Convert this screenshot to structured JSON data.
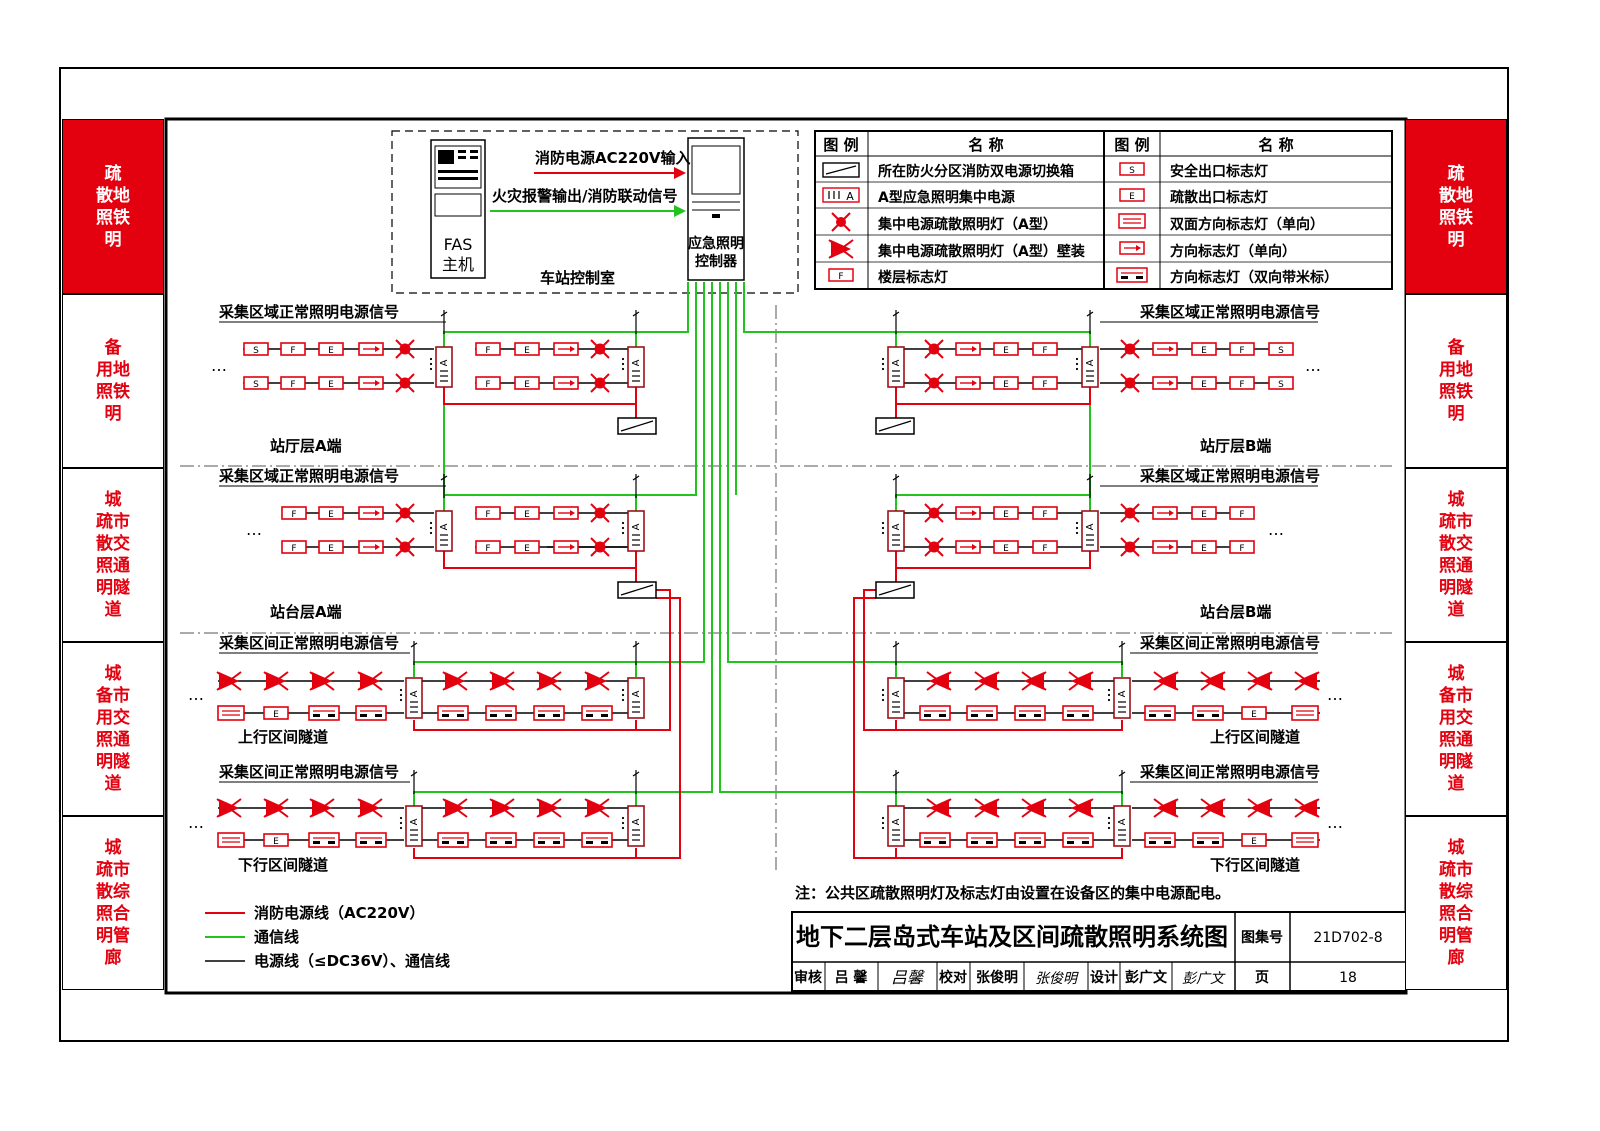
{
  "sidebar": {
    "items": [
      {
        "lines": [
          "疏",
          "散地",
          "照铁",
          "明"
        ],
        "active": true
      },
      {
        "lines": [
          "备",
          "用地",
          "照铁",
          "明"
        ],
        "active": false
      },
      {
        "lines": [
          "城",
          "疏市",
          "散交",
          "照通",
          "明隧",
          "道"
        ],
        "active": false
      },
      {
        "lines": [
          "城",
          "备市",
          "用交",
          "照通",
          "明隧",
          "道"
        ],
        "active": false
      },
      {
        "lines": [
          "城",
          "疏市",
          "散综",
          "照合",
          "明管",
          "廊"
        ],
        "active": false
      }
    ]
  },
  "top": {
    "fas_line1": "FAS",
    "fas_line2": "主机",
    "controller_line1": "应急照明",
    "controller_line2": "控制器",
    "room_label": "车站控制室",
    "arrow_power": "消防电源AC220V输入",
    "arrow_signal": "火灾报警输出/消防联动信号"
  },
  "legend": {
    "header_symbol": "图 例",
    "header_name": "名 称",
    "left": [
      {
        "icon": "switch-box",
        "name": "所在防火分区消防双电源切换箱"
      },
      {
        "icon": "a-type-source",
        "name": "A型应急照明集中电源"
      },
      {
        "icon": "evac-lamp",
        "name": "集中电源疏散照明灯（A型）"
      },
      {
        "icon": "evac-lamp-wall",
        "name": "集中电源疏散照明灯（A型）壁装"
      },
      {
        "icon": "floor-sign",
        "name": "楼层标志灯"
      }
    ],
    "right": [
      {
        "icon": "safe-exit-sign",
        "name": "安全出口标志灯"
      },
      {
        "icon": "evac-exit-sign",
        "name": "疏散出口标志灯"
      },
      {
        "icon": "double-direction-sign",
        "name": "双面方向标志灯（单向）"
      },
      {
        "icon": "direction-sign",
        "name": "方向标志灯（单向）"
      },
      {
        "icon": "direction-meter-sign",
        "name": "方向标志灯（双向带米标）"
      }
    ]
  },
  "labels": {
    "signal_region": "采集区域正常照明电源信号",
    "signal_interval": "采集区间正常照明电源信号",
    "hall_a": "站厅层A端",
    "hall_b": "站厅层B端",
    "platform_a": "站台层A端",
    "platform_b": "站台层B端",
    "up_tunnel": "上行区间隧道",
    "down_tunnel": "下行区间隧道",
    "ellipsis": "…",
    "sign_s": "S",
    "sign_f": "F",
    "sign_e": "E",
    "source_a": "A"
  },
  "note": "注：公共区疏散照明灯及标志灯由设置在设备区的集中电源配电。",
  "line_legend": [
    {
      "color": "#e3000f",
      "label": "消防电源线（AC220V）"
    },
    {
      "color": "#23c21f",
      "label": "通信线"
    },
    {
      "color": "#000000",
      "label": "电源线（≤DC36V）、通信线"
    }
  ],
  "title_block": {
    "title": "地下二层岛式车站及区间疏散照明系统图",
    "atlas_label": "图集号",
    "atlas_no": "21D702-8",
    "review_label": "审核",
    "review_name": "吕 馨",
    "review_sign": "吕馨",
    "check_label": "校对",
    "check_name": "张俊明",
    "check_sign": "张俊明",
    "design_label": "设计",
    "design_name": "彭广文",
    "design_sign": "彭广文",
    "page_label": "页",
    "page_no": "18"
  },
  "colors": {
    "red": "#e3000f",
    "green": "#23c21f",
    "black": "#000000"
  }
}
